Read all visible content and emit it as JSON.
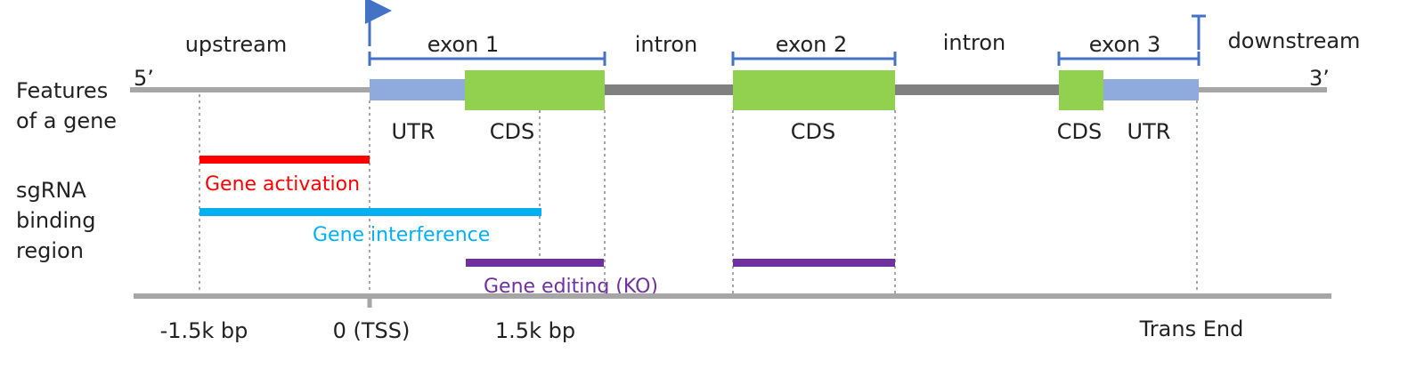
{
  "row_labels": {
    "features": [
      "Features",
      "of a gene"
    ],
    "sgrna": [
      "sgRNA",
      "binding",
      "region"
    ]
  },
  "strand": {
    "five_prime": "5’",
    "three_prime": "3’"
  },
  "regions": {
    "upstream": "upstream",
    "exon1": "exon 1",
    "intron1": "intron",
    "exon2": "exon 2",
    "intron2": "intron",
    "exon3": "exon 3",
    "downstream": "downstream"
  },
  "segments": {
    "utr": "UTR",
    "cds": "CDS"
  },
  "sgrna_regions": {
    "activation": "Gene activation",
    "interference": "Gene interference",
    "editing": "Gene editing (KO)"
  },
  "axis": {
    "minus": "-1.5k bp",
    "tss": "0 (TSS)",
    "plus": "1.5k bp",
    "end": "Trans End"
  },
  "colors": {
    "backbone": "#a6a6a6",
    "intron": "#808080",
    "utr": "#8faadc",
    "cds": "#92d050",
    "bracket": "#4472c4",
    "activation": "#ff0000",
    "interference": "#00b0f0",
    "editing": "#7030a0"
  }
}
